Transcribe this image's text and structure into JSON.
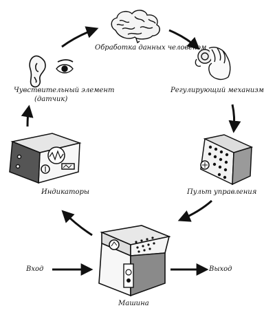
{
  "diagram": {
    "labels": {
      "human_processing": "Обработка данных человеком",
      "control_mechanism": "Регулирующий механизм",
      "sensor_line1": "Чувствительный элемент",
      "sensor_line2": "(датчик)",
      "control_panel": "Пульт управления",
      "indicators": "Индикаторы",
      "input": "Вход",
      "output": "Выход",
      "machine": "Машина"
    }
  }
}
